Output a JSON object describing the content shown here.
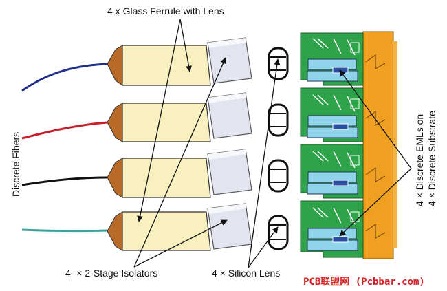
{
  "labels": {
    "ferrule": "4 x Glass Ferrule with Lens",
    "fibers": "Discrete Fibers",
    "isolators": "4- × 2-Stage Isolators",
    "silicon_lens": "4 × Silicon Lens",
    "emls_line1": "4 × Discrete EMLs on",
    "emls_line2": "4 × Discrete Substrate"
  },
  "watermark": "PCB联盟网 (Pcbbar.com)",
  "colors": {
    "ferrule_body": "#f8f0bf",
    "ferrule_cap": "#b86a28",
    "isolator": "#e2e4f0",
    "substrate_green": "#2ea34a",
    "substrate_orange": "#f0a020",
    "eml_blue": "#90d4ec",
    "fiber_1": "#1e2f8c",
    "fiber_2": "#c8202c",
    "fiber_3": "#111111",
    "fiber_4": "#3aa09a"
  }
}
